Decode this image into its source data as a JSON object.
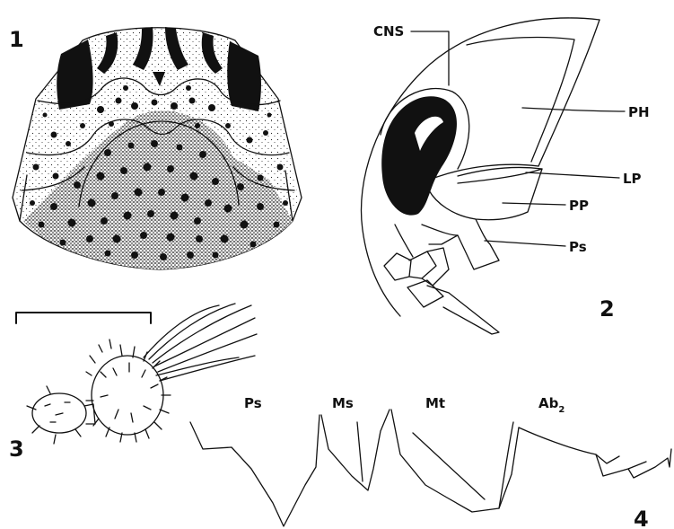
{
  "figures": {
    "fig1": {
      "number": "1"
    },
    "fig2": {
      "number": "2",
      "labels": {
        "cns": "CNS",
        "ph": "PH",
        "lp": "LP",
        "pp": "PP",
        "ps": "Ps"
      }
    },
    "fig3": {
      "number": "3"
    },
    "fig4": {
      "number": "4",
      "labels": {
        "ps": "Ps",
        "ms": "Ms",
        "mt": "Mt",
        "ab2": "Ab",
        "ab2_sub": "2"
      }
    }
  }
}
